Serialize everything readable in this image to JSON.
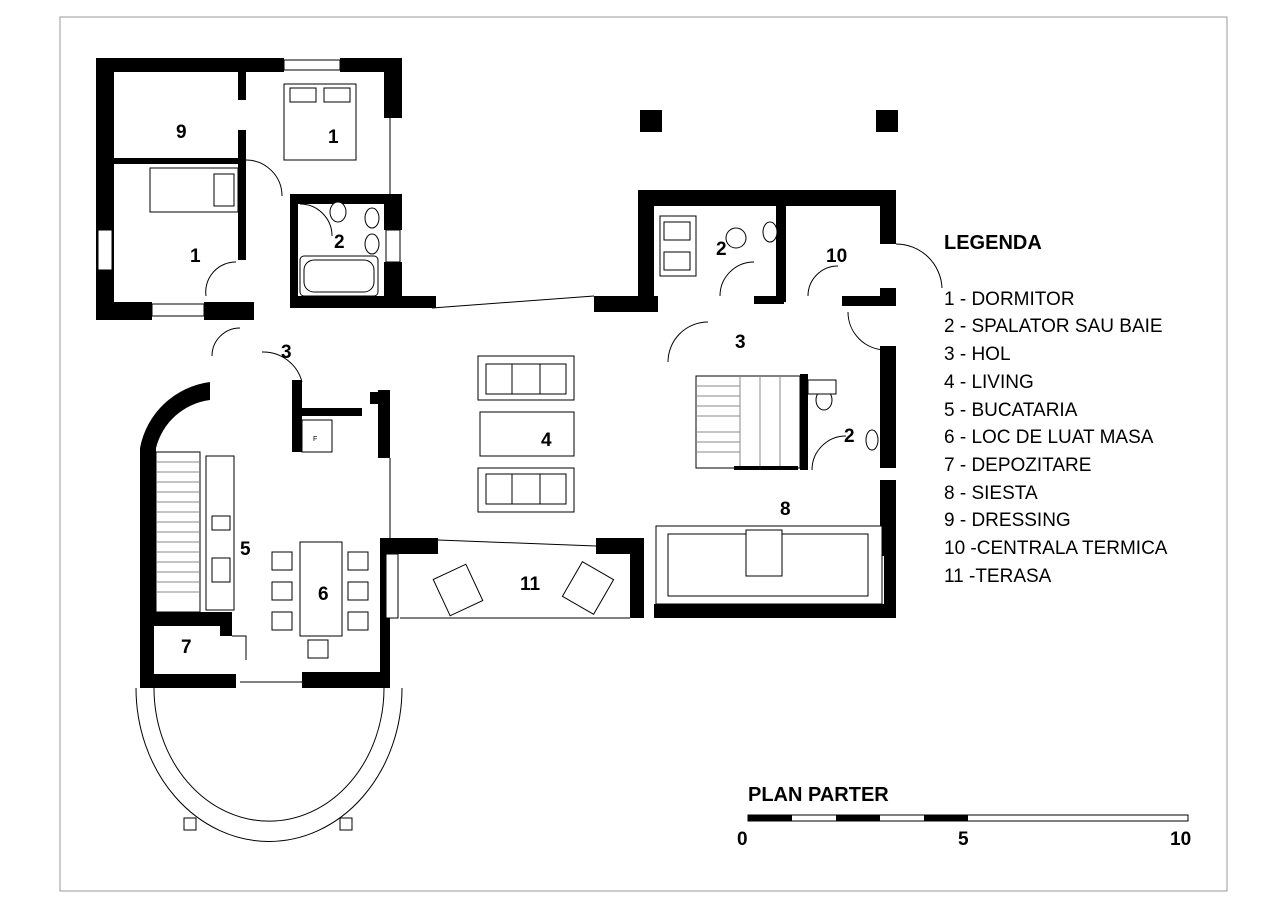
{
  "rooms": [
    {
      "id": "r9",
      "label": "9"
    },
    {
      "id": "r1a",
      "label": "1"
    },
    {
      "id": "r1b",
      "label": "1"
    },
    {
      "id": "r2a",
      "label": "2"
    },
    {
      "id": "r3a",
      "label": "3"
    },
    {
      "id": "r4",
      "label": "4"
    },
    {
      "id": "r5",
      "label": "5"
    },
    {
      "id": "r6",
      "label": "6"
    },
    {
      "id": "r7",
      "label": "7"
    },
    {
      "id": "r11",
      "label": "11"
    },
    {
      "id": "r2b",
      "label": "2"
    },
    {
      "id": "r10",
      "label": "10"
    },
    {
      "id": "r3b",
      "label": "3"
    },
    {
      "id": "r2c",
      "label": "2"
    },
    {
      "id": "r8",
      "label": "8"
    }
  ],
  "legend": {
    "title": "LEGENDA",
    "items": [
      "1 -  DORMITOR",
      "2 -  SPALATOR SAU BAIE",
      "3 -  HOL",
      "4 -  LIVING",
      "5 -  BUCATARIA",
      "6 -  LOC DE LUAT MASA",
      "7 -  DEPOZITARE",
      "8 -  SIESTA",
      "9 -  DRESSING",
      "10 -CENTRALA TERMICA",
      "11 -TERASA"
    ]
  },
  "scale": {
    "title": "PLAN PARTER",
    "labels": [
      "0",
      "5",
      "10"
    ]
  },
  "colors": {
    "ink": "#000000",
    "paper": "#ffffff"
  }
}
